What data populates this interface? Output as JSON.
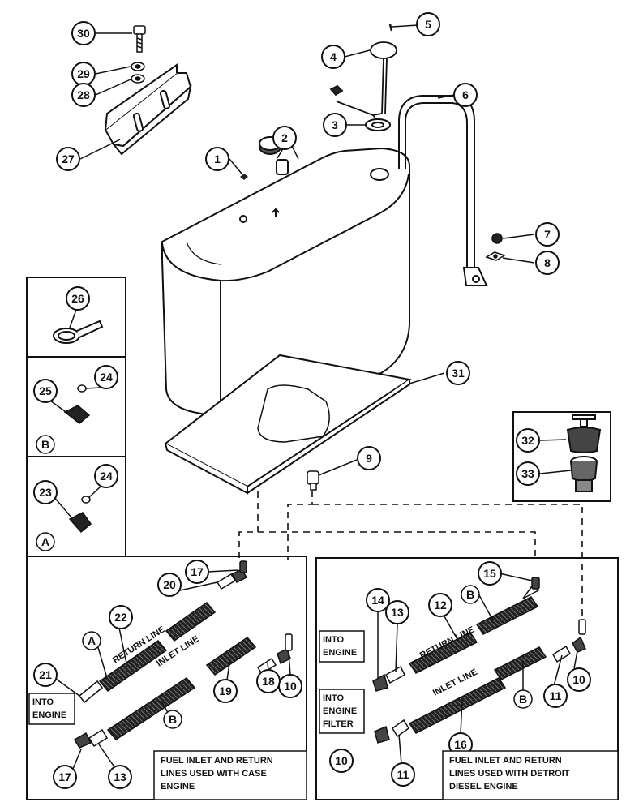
{
  "colors": {
    "ink": "#111111",
    "paper": "#ffffff"
  },
  "callouts": {
    "c1": "1",
    "c2": "2",
    "c3": "3",
    "c4": "4",
    "c5": "5",
    "c6": "6",
    "c7": "7",
    "c8": "8",
    "c9": "9",
    "c10a": "10",
    "c10b": "10",
    "c10c": "10",
    "c11a": "11",
    "c11b": "11",
    "c12": "12",
    "c13a": "13",
    "c13b": "13",
    "c14": "14",
    "c15": "15",
    "c16": "16",
    "c17a": "17",
    "c17b": "17",
    "c18": "18",
    "c19": "19",
    "c20": "20",
    "c21": "21",
    "c22": "22",
    "c23": "23",
    "c24a": "24",
    "c24b": "24",
    "c25": "25",
    "c26": "26",
    "c27": "27",
    "c28": "28",
    "c29": "29",
    "c30": "30",
    "c31": "31",
    "c32": "32",
    "c33": "33"
  },
  "letters": {
    "a_box": "A",
    "b_box": "B",
    "a_line": "A",
    "b_inlet_left": "B",
    "b_return_right": "B",
    "b_inlet_right": "B"
  },
  "line_labels": {
    "return_left": "RETURN LINE",
    "inlet_left": "INLET LINE",
    "return_right": "RETURN LINE",
    "inlet_right": "INLET LINE"
  },
  "notes": {
    "into_engine_left": [
      "INTO",
      "ENGINE"
    ],
    "into_engine_right": [
      "INTO",
      "ENGINE"
    ],
    "into_engine_filter": [
      "INTO",
      "ENGINE",
      "FILTER"
    ],
    "case_caption": [
      "FUEL INLET AND RETURN",
      "LINES USED WITH CASE",
      "ENGINE"
    ],
    "detroit_caption": [
      "FUEL INLET AND RETURN",
      "LINES USED WITH DETROIT",
      "DIESEL ENGINE"
    ]
  }
}
